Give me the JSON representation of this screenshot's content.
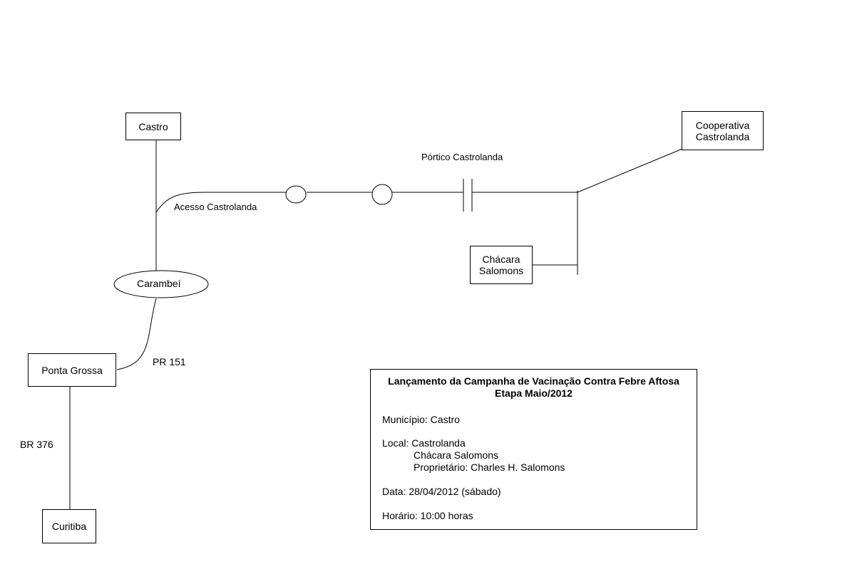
{
  "places": {
    "castro": "Castro",
    "cooperativa_line1": "Cooperativa",
    "cooperativa_line2": "Castrolanda",
    "chacara_line1": "Chácara",
    "chacara_line2": "Salomons",
    "carambei": "Carambeí",
    "ponta_grossa": "Ponta Grossa",
    "curitiba": "Curitiba"
  },
  "road_labels": {
    "acesso": "Acesso Castrolanda",
    "portico": "Pórtico Castrolanda",
    "pr151": "PR 151",
    "br376": "BR 376"
  },
  "info": {
    "title_line1": "Lançamento da Campanha de Vacinação Contra Febre Aftosa",
    "title_line2": "Etapa Maio/2012",
    "municipio": "Município: Castro",
    "local_line1": "Local: Castrolanda",
    "local_line2": "Chácara Salomons",
    "local_line3": "Proprietário: Charles H. Salomons",
    "data": "Data: 28/04/2012 (sábado)",
    "horario": "Horário: 10:00 horas"
  }
}
